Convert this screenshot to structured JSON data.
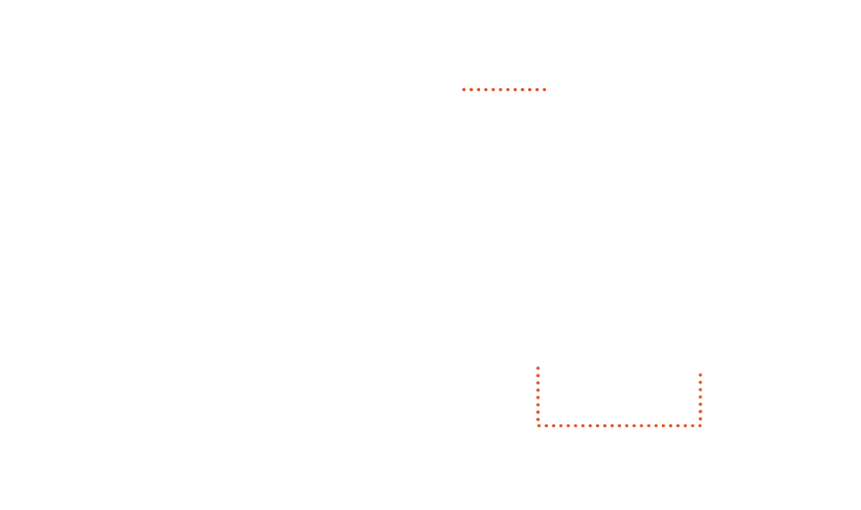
{
  "diagram": {
    "background": "#ffffff",
    "stroke_color": "#e04a1a",
    "line_style": "dotted",
    "shapes": [
      {
        "kind": "dotted-line",
        "name": "top-dotted-line"
      },
      {
        "kind": "dotted-bracket",
        "name": "bottom-dotted-bracket",
        "open_side": "top"
      }
    ]
  }
}
